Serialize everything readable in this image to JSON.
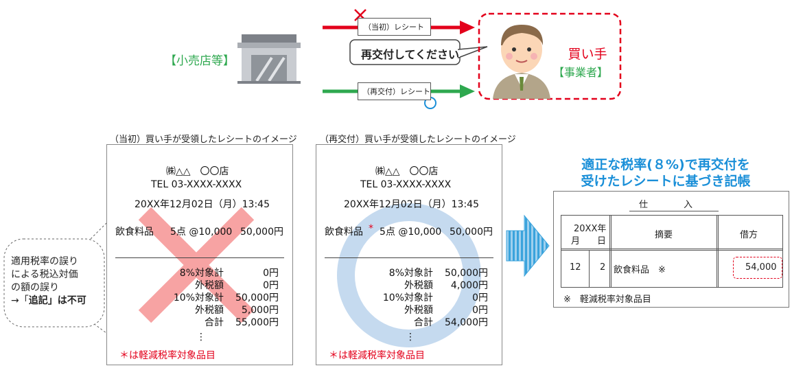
{
  "top": {
    "store_label": "【小売店等】",
    "original_receipt_label": "（当初）レシート",
    "reissue_receipt_label": "（再交付）レシート",
    "request_text": "再交付してください",
    "buyer_label": "買い手",
    "buyer_sub": "【事業者】"
  },
  "receipt_original": {
    "title": "（当初）買い手が受領したレシートのイメージ",
    "shop": "㈱△△　〇〇店",
    "tel": "TEL 03-XXXX-XXXX",
    "datetime": "20XX年12月02日（月）13:45",
    "item": "飲食料品",
    "item_mark": "",
    "qty": "5点 @10,000",
    "item_amount": "50,000円",
    "rows": [
      {
        "label": "8%対象計",
        "value": "0円"
      },
      {
        "label": "外税額",
        "value": "0円"
      },
      {
        "label": "10%対象計",
        "value": "50,000円"
      },
      {
        "label": "外税額",
        "value": "5,000円"
      },
      {
        "label": "合計",
        "value": "55,000円"
      }
    ],
    "dots": "⋮",
    "footnote": "＊は軽減税率対象品目"
  },
  "receipt_reissue": {
    "title": "（再交付）買い手が受領したレシートのイメージ",
    "shop": "㈱△△　〇〇店",
    "tel": "TEL 03-XXXX-XXXX",
    "datetime": "20XX年12月02日（月）13:45",
    "item": "飲食料品",
    "item_mark": "*",
    "qty": "5点 @10,000",
    "item_amount": "50,000円",
    "rows": [
      {
        "label": "8%対象計",
        "value": "50,000円"
      },
      {
        "label": "外税額",
        "value": "4,000円"
      },
      {
        "label": "10%対象計",
        "value": "0円"
      },
      {
        "label": "外税額",
        "value": "0円"
      },
      {
        "label": "合計",
        "value": "54,000円"
      }
    ],
    "dots": "⋮",
    "footnote": "＊は軽減税率対象品目"
  },
  "note": {
    "line1": "適用税率の誤り",
    "line2": "による税込対価",
    "line3": "の額の誤り",
    "line4_prefix": "→「",
    "line4_bold": "追記",
    "line4_suffix": "」は不可"
  },
  "heading": {
    "line1": "適正な税率(８%)で再交付を",
    "line2": "受けたレシートに基づき記帳"
  },
  "ledger": {
    "title": "仕　　　　入",
    "date_header_top": "20XX年",
    "month_header": "月",
    "day_header": "日",
    "desc_header": "摘要",
    "debit_header": "借方",
    "row": {
      "month": "12",
      "day": "2",
      "desc": "飲食料品　※",
      "debit": "54,000"
    },
    "footnote": "※　軽減税率対象品目"
  },
  "colors": {
    "red": "#e3001b",
    "green": "#2ea84f",
    "blue": "#1a8fd8",
    "circle": "#c5daef",
    "cross": "#f7a3a3"
  }
}
